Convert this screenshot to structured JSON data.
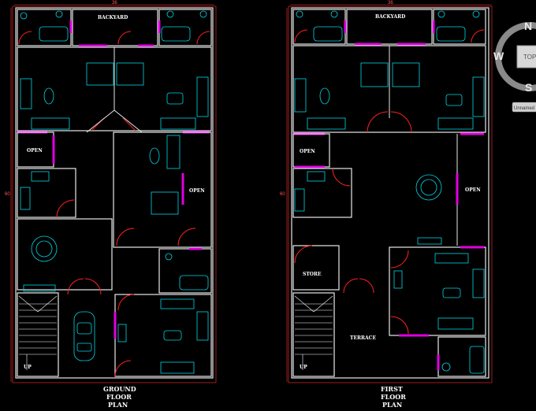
{
  "plans": {
    "ground": {
      "title_lines": [
        "GROUND",
        "FLOOR",
        "PLAN"
      ],
      "dim_width": "36",
      "dim_height": "60",
      "rooms": {
        "backyard": "BACKYARD",
        "open_left": "OPEN",
        "open_right": "OPEN",
        "up": "UP"
      }
    },
    "first": {
      "title_lines": [
        "FIRST",
        "FLOOR",
        "PLAN"
      ],
      "dim_width": "36",
      "dim_height": "60",
      "rooms": {
        "backyard": "BACKYARD",
        "open_left": "OPEN",
        "open_right": "OPEN",
        "store": "STORE",
        "terrace": "TERRACE",
        "up": "UP"
      }
    }
  },
  "viewcube": {
    "north": "N",
    "west": "W",
    "south": "S",
    "top": "TOP",
    "ucs_label": "Unnamed"
  }
}
